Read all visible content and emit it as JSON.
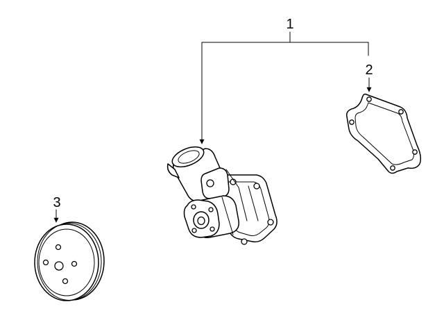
{
  "callouts": {
    "pump_assembly": "1",
    "gasket": "2",
    "pulley": "3"
  },
  "colors": {
    "line": "#000000",
    "background": "#ffffff"
  }
}
